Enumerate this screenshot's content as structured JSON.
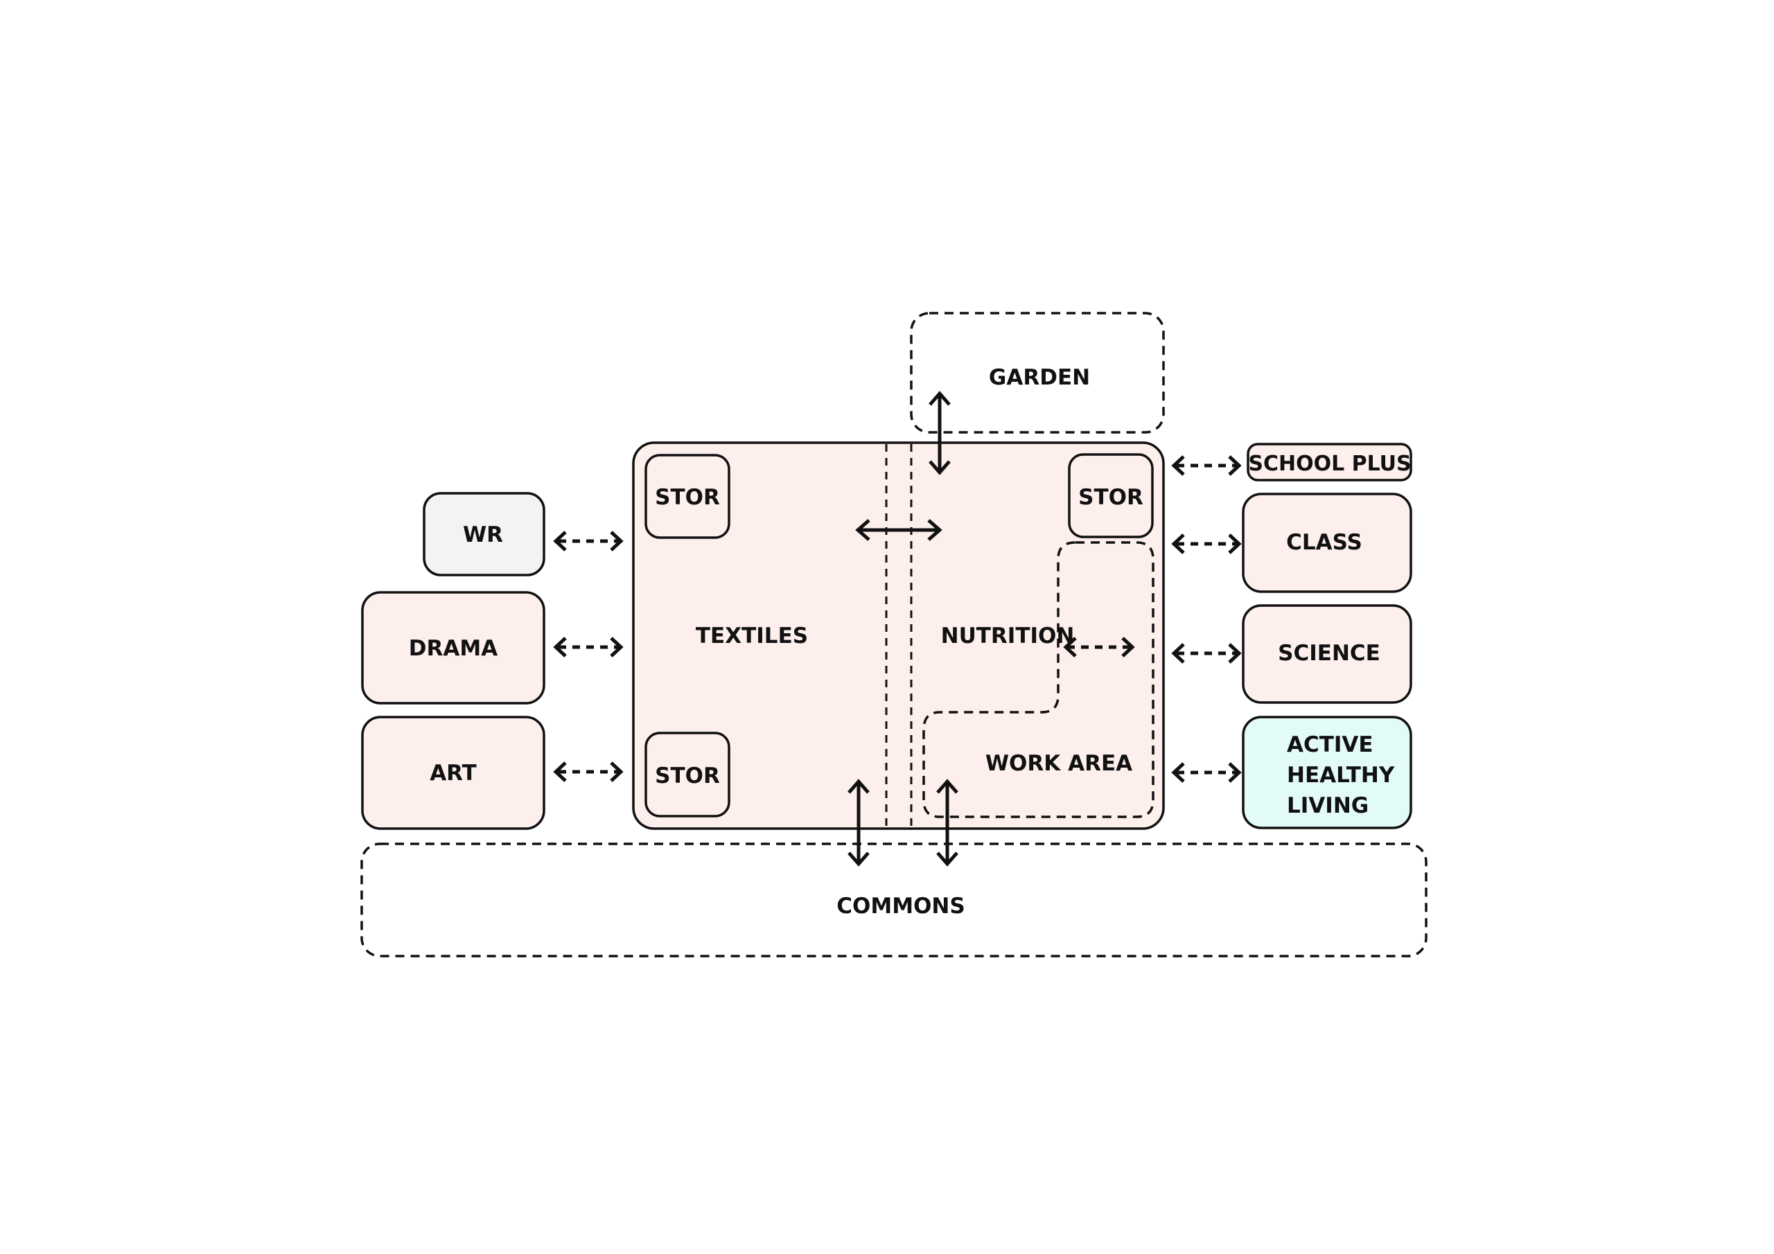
{
  "diagram": {
    "type": "space-adjacency",
    "colors": {
      "room_fill": "#fdefec",
      "wr_fill": "#f2f4f3",
      "garden_fill": "#edfbe6",
      "active_fill": "#e2fbf8",
      "commons_fill": "#fafcd3",
      "stroke": "#111111"
    },
    "rooms": {
      "garden": "GARDEN",
      "school_plus": "SCHOOL PLUS",
      "class": "CLASS",
      "science": "SCIENCE",
      "active_line1": "ACTIVE",
      "active_line2": "HEALTHY",
      "active_line3": "LIVING",
      "wr": "WR",
      "drama": "DRAMA",
      "art": "ART",
      "textiles": "TEXTILES",
      "nutrition": "NUTRITION",
      "work_area": "WORK AREA",
      "stor_top_left": "STOR",
      "stor_bottom_left": "STOR",
      "stor_top_right": "STOR",
      "commons": "COMMONS"
    },
    "connections": [
      {
        "from": "GARDEN",
        "to": "NUTRITION",
        "style": "solid"
      },
      {
        "from": "TEXTILES",
        "to": "NUTRITION",
        "style": "solid"
      },
      {
        "from": "TEXTILES",
        "to": "COMMONS",
        "style": "solid"
      },
      {
        "from": "NUTRITION",
        "to": "COMMONS",
        "style": "solid"
      },
      {
        "from": "NUTRITION",
        "to": "WORK AREA",
        "style": "dashed"
      },
      {
        "from": "WR",
        "to": "TEXTILES",
        "style": "dashed"
      },
      {
        "from": "DRAMA",
        "to": "TEXTILES",
        "style": "dashed"
      },
      {
        "from": "ART",
        "to": "TEXTILES",
        "style": "dashed"
      },
      {
        "from": "NUTRITION",
        "to": "SCHOOL PLUS",
        "style": "dashed"
      },
      {
        "from": "NUTRITION",
        "to": "CLASS",
        "style": "dashed"
      },
      {
        "from": "NUTRITION",
        "to": "SCIENCE",
        "style": "dashed"
      },
      {
        "from": "NUTRITION",
        "to": "ACTIVE HEALTHY LIVING",
        "style": "dashed"
      }
    ]
  }
}
